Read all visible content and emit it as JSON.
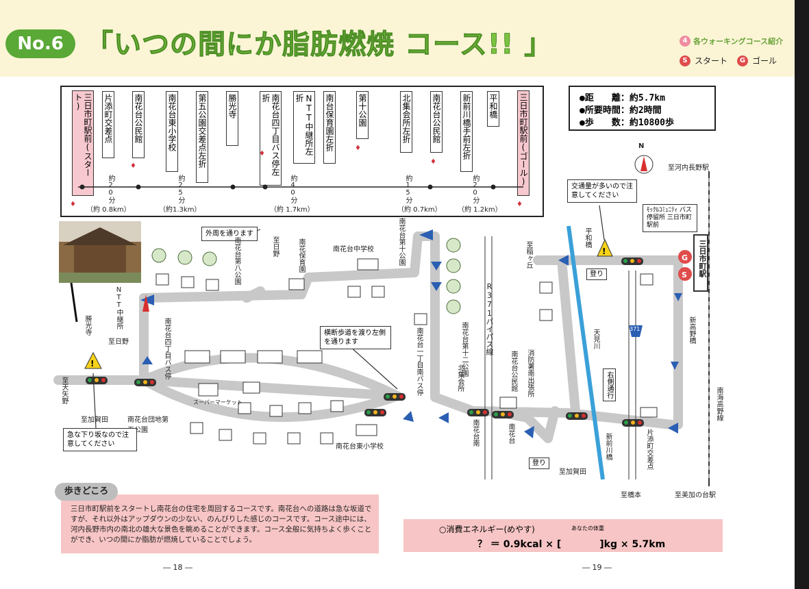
{
  "header": {
    "course_number": "No.6",
    "title": "「いつの間にか脂肪燃焼 コース!! 」",
    "section_number": "4",
    "section_label": "各ウォーキングコース紹介",
    "legend_start_symbol": "S",
    "legend_start_label": "スタート",
    "legend_goal_symbol": "G",
    "legend_goal_label": "ゴール"
  },
  "route": {
    "stops": [
      "三日市町駅前(スタート)",
      "片添町交差点",
      "南花台公民館",
      "南花台東小学校",
      "第五公園交差点左折",
      "勝光寺",
      "南花台四丁目バス停左折",
      "NTT中継所左折",
      "南台保育園左折",
      "第十公園",
      "北集会所左折",
      "南花台公民館",
      "新前川橋手前左折",
      "平和橋",
      "三日市町駅前(ゴール)"
    ],
    "segments": [
      {
        "label": "約20分",
        "distance": "（約 0.8km）"
      },
      {
        "label": "約25分",
        "distance": "（約1.3km）"
      },
      {
        "label": "約40分",
        "distance": "（約 1.7km）"
      },
      {
        "label": "約15分",
        "distance": "（約 0.7km）"
      },
      {
        "label": "約20分",
        "distance": "（約 1.2km）"
      }
    ]
  },
  "course_info": {
    "distance": "●距　　離：約5.7km",
    "time": "●所要時間：約2時間",
    "steps": "●歩　　数：約10800歩"
  },
  "map": {
    "compass": "N",
    "labels": {
      "to_kawachinagano": "至河内長野駅",
      "bus_stop": "ﾓｯｸﾙｺﾐｭﾆﾃｨ バス停留所 三日市町駅前",
      "traffic_note": "交通量が多いので注意してください",
      "heiwa_bashi": "平和橋",
      "to_hanagaoka": "至稲ヶ丘",
      "station": "三日市町駅",
      "nobori1": "登り",
      "nobori2": "登り",
      "gaishu": "外周を通ります",
      "minami_hoikuen": "南花保育園",
      "nankadai_jhs": "南花台中学校",
      "park10": "南花台第十公園",
      "to_hiyano1": "至日野",
      "park8": "南花台第八公園",
      "ntt": "NTT中継所",
      "shokoji": "勝光寺",
      "to_hiyano2": "至日野",
      "bus4": "南花台四丁目バス停",
      "to_amano": "至天矢野",
      "to_kagata1": "至加賀田",
      "park5": "南花台団地第五公園",
      "caution_slope": "急な下り坂なので注意してください",
      "crosswalk_note": "横断歩道を渡り左側を通ります",
      "park12": "南花台第十二公園",
      "bus1": "南花台一丁目南バス停",
      "north_hall": "北集会所",
      "r371": "R371バイパス線",
      "nankadai_hall": "南花台公民館",
      "fire_station": "消防署南出張所",
      "supermarket": "スーパーマーケット",
      "nankadai_es": "南花台東小学校",
      "nankadai_minami": "南花台南",
      "nankadai": "南花台",
      "to_kagata2": "至加賀田",
      "amami_river": "天見川",
      "right_side": "右側通行",
      "shinmaekawa": "新前川橋",
      "katasoe": "片添町交差点",
      "to_hashimoto": "至橋本",
      "to_minami_kaga": "至美加の台駅",
      "shintakano": "新高野橋",
      "nankai_line": "南海高野線",
      "route_371": "371"
    }
  },
  "description": {
    "tag": "歩きどころ",
    "text": "三日市町駅前をスタートし南花台の住宅を周回するコースです。南花台への道路は急な坂道ですが、それ以外はアップダウンの少ない、のんびりした感じのコースです。コース途中には、河内長野市内の南北の雄大な景色を眺めることができます。コース全般に気持ちよく歩くことができ、いつの間にか脂肪が燃焼していることでしょう。"
  },
  "energy": {
    "title": "○消費エネルギー(めやす)",
    "weight_label": "あなたの体重",
    "formula": "？ ＝ 0.9kcal × [　　　　]kg × 5.7km"
  },
  "pages": {
    "left": "― 18 ―",
    "right": "― 19 ―"
  },
  "colors": {
    "badge": "#5aa836",
    "title": "#7cc241",
    "road": "#c8c8c8",
    "arrow": "#2b5fb3",
    "panel": "#f7c5c5",
    "header": "#fbf5d6"
  }
}
